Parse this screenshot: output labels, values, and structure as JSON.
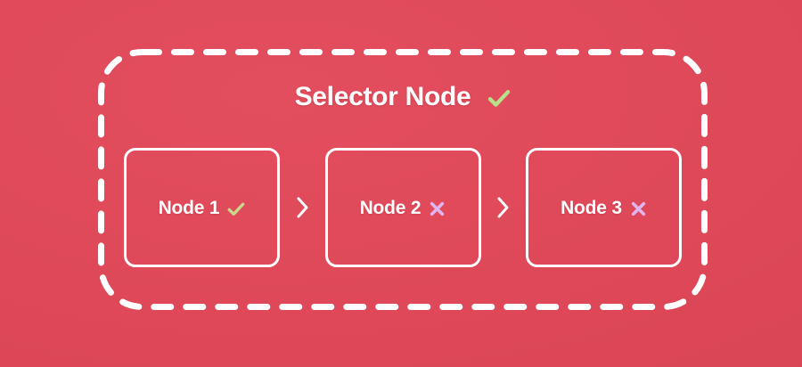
{
  "theme": {
    "background_color": "#e04a5b",
    "stroke_color": "#ffffff",
    "check_color": "#b7e08a",
    "cross_color": "#dfb4ef",
    "text_color": "#ffffff"
  },
  "selector": {
    "title": "Selector Node",
    "title_status_icon": "check-icon",
    "border_style": "dashed"
  },
  "nodes": [
    {
      "label": "Node 1",
      "status_icon": "check-icon",
      "status": "match"
    },
    {
      "label": "Node 2",
      "status_icon": "cross-icon",
      "status": "no-match"
    },
    {
      "label": "Node 3",
      "status_icon": "cross-icon",
      "status": "no-match"
    }
  ],
  "separators": [
    {
      "symbol": ">",
      "name": "child-combinator"
    },
    {
      "symbol": ">",
      "name": "child-combinator"
    }
  ]
}
